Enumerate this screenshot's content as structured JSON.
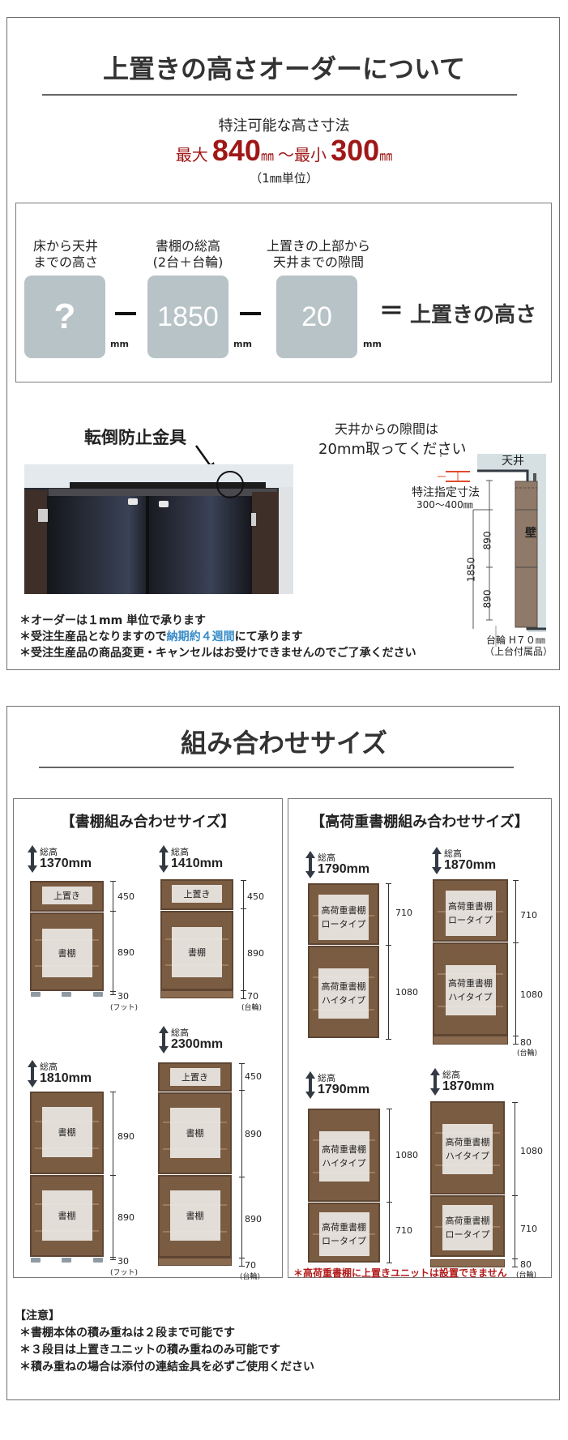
{
  "order_section": {
    "title": "上置きの高さオーダーについて",
    "possible_heights_label": "特注可能な高さ寸法",
    "range": {
      "max_prefix": "最大",
      "max_value": "840",
      "max_unit": "㎜",
      "separator": "～最小",
      "min_value": "300",
      "min_unit": "㎜"
    },
    "unit_note": "（1㎜単位）",
    "formula": {
      "terms": [
        {
          "label_line1": "床から天井",
          "label_line2": "までの高さ",
          "value": "?",
          "unit": "mm"
        },
        {
          "label_line1": "書棚の総高",
          "label_line2": "(2台＋台輪)",
          "value": "1850",
          "unit": "mm"
        },
        {
          "label_line1": "上置きの上部から",
          "label_line2": "天井までの隙間",
          "value": "20",
          "unit": "mm"
        }
      ],
      "operator_minus": "−",
      "operator_equals": "＝",
      "result": "上置きの高さ"
    },
    "photo_caption": "転倒防止金具",
    "side_diagram": {
      "gap_note_line1": "天井からの隙間は",
      "gap_note_line2": "20mm取ってください",
      "ceiling_label": "天井",
      "wall_label": "壁",
      "custom_dim_label": "特注指定寸法",
      "custom_dim_range": "300～400㎜",
      "total_dim": "1850",
      "upper_dim": "890",
      "lower_dim": "890",
      "base_note_line1": "台輪 H７０㎜",
      "base_note_line2": "（上台付属品）"
    },
    "notes": [
      {
        "text": "＊オーダーは１mm 単位で承ります"
      },
      {
        "prefix": "＊受注生産品となりますので",
        "highlight": "納期約４週間",
        "suffix": "にて承ります"
      },
      {
        "text": "＊受注生産品の商品変更・キャンセルはお受けできませんのでご了承ください"
      }
    ],
    "colors": {
      "accent_red": "#a01717",
      "highlight_blue": "#3a8dc9",
      "tile_gray": "#b7c3c7"
    }
  },
  "combo_section": {
    "title": "組み合わせサイズ",
    "bookshelf": {
      "title": "【書棚組み合わせサイズ】",
      "total_label": "総高",
      "combos": [
        {
          "total": "1370mm",
          "units": [
            "上置き",
            "書棚"
          ],
          "dims": [
            "450",
            "890",
            "30"
          ],
          "base_note": "(フット)"
        },
        {
          "total": "1410mm",
          "units": [
            "上置き",
            "書棚"
          ],
          "dims": [
            "450",
            "890",
            "70"
          ],
          "base_note": "(台輪)"
        },
        {
          "total": "1810mm",
          "units": [
            "書棚",
            "書棚"
          ],
          "dims": [
            "890",
            "890",
            "30"
          ],
          "base_note": "(フット)"
        },
        {
          "total": "2300mm",
          "units": [
            "上置き",
            "書棚",
            "書棚"
          ],
          "dims": [
            "450",
            "890",
            "890",
            "70"
          ],
          "base_note": "(台輪)"
        }
      ]
    },
    "heavy": {
      "title": "【高荷重書棚組み合わせサイズ】",
      "total_label": "総高",
      "unit_low": "高荷重書棚\nロータイプ",
      "combos": [
        {
          "total": "1790mm",
          "units": [
            [
              "高荷重書棚",
              "ロータイプ"
            ],
            [
              "高荷重書棚",
              "ハイタイプ"
            ]
          ],
          "dims": [
            "710",
            "1080"
          ]
        },
        {
          "total": "1870mm",
          "units": [
            [
              "高荷重書棚",
              "ロータイプ"
            ],
            [
              "高荷重書棚",
              "ハイタイプ"
            ]
          ],
          "dims": [
            "710",
            "1080",
            "80"
          ],
          "base_note": "(台輪)"
        },
        {
          "total": "1790mm",
          "units": [
            [
              "高荷重書棚",
              "ハイタイプ"
            ],
            [
              "高荷重書棚",
              "ロータイプ"
            ]
          ],
          "dims": [
            "1080",
            "710"
          ]
        },
        {
          "total": "1870mm",
          "units": [
            [
              "高荷重書棚",
              "ハイタイプ"
            ],
            [
              "高荷重書棚",
              "ロータイプ"
            ]
          ],
          "dims": [
            "1080",
            "710",
            "80"
          ],
          "base_note": "(台輪)"
        }
      ],
      "warning": "＊高荷重書棚に上置きユニットは設置できません"
    },
    "caution": {
      "heading": "【注意】",
      "items": [
        "＊書棚本体の積み重ねは２段まで可能です",
        "＊３段目は上置きユニットの積み重ねのみ可能です",
        "＊積み重ねの場合は添付の連結金具を必ずご使用ください"
      ]
    }
  }
}
